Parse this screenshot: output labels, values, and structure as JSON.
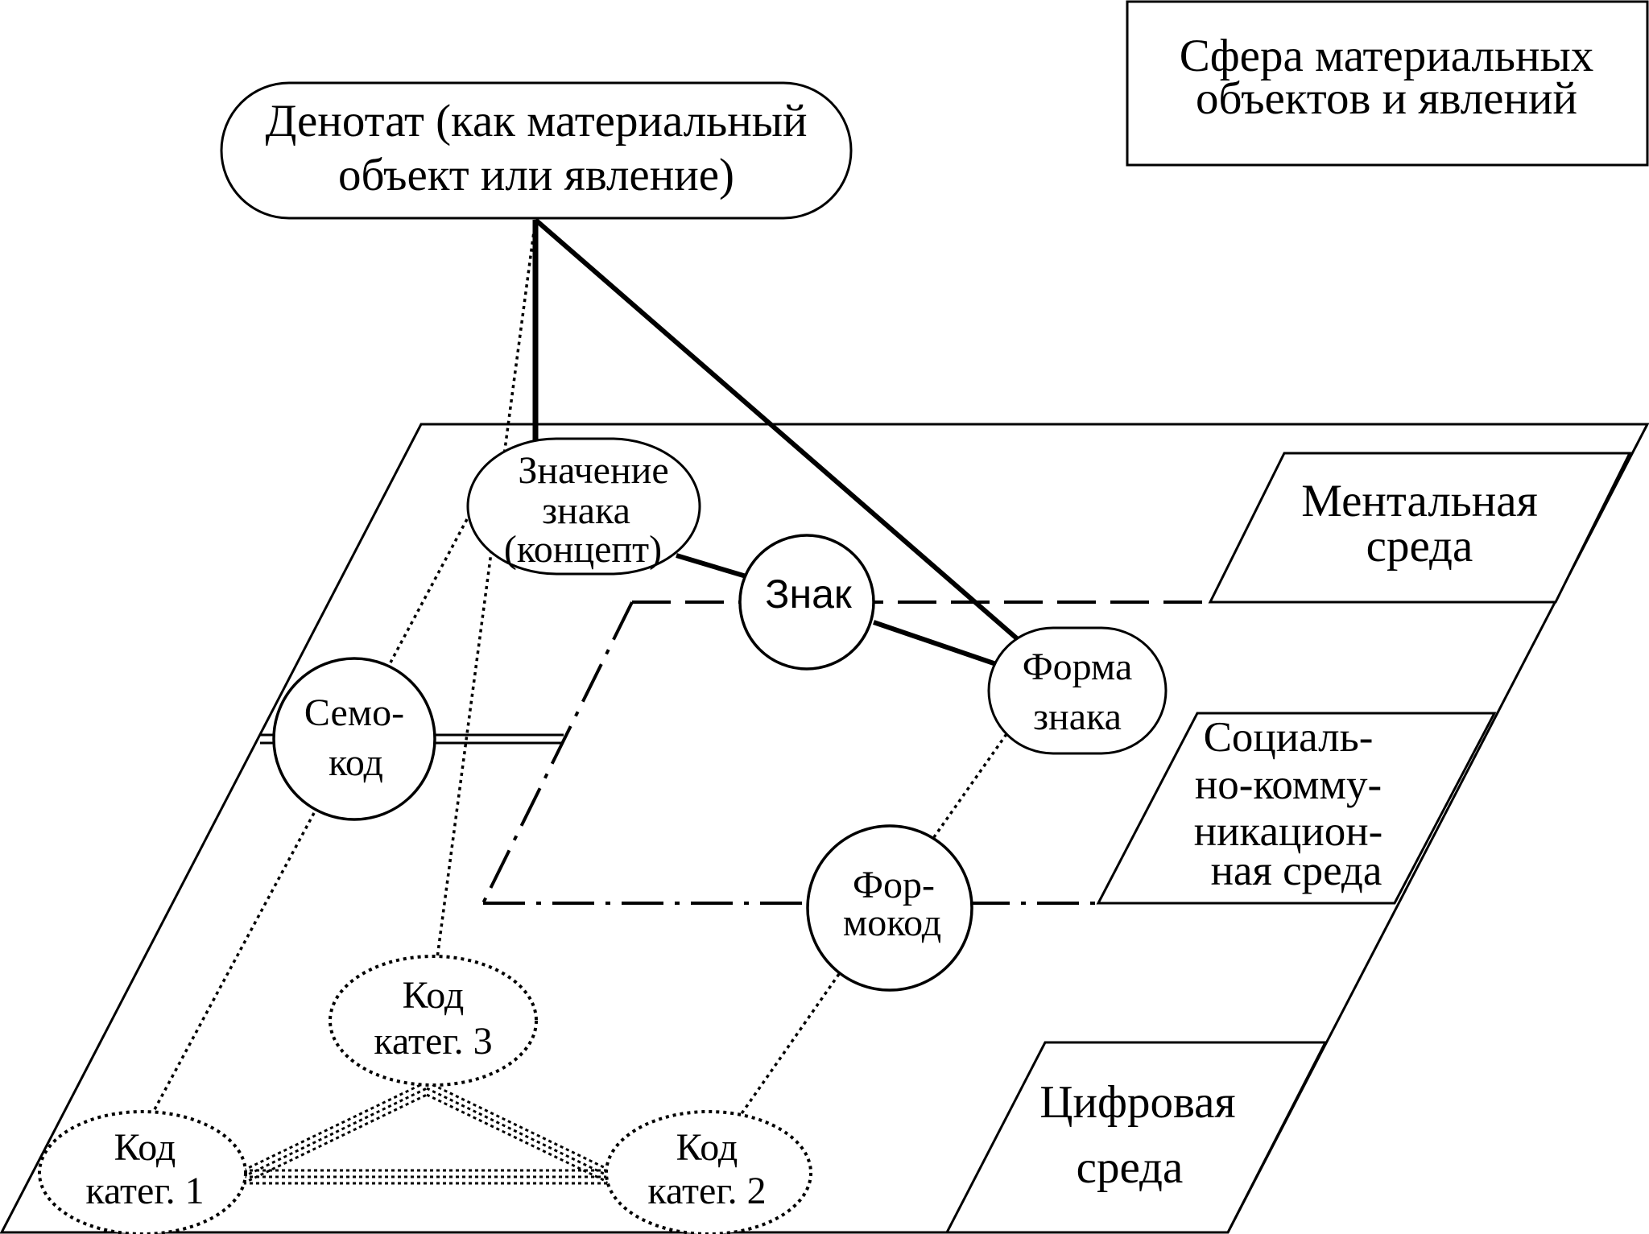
{
  "sphere_box": [
    "Сфера материальных",
    "объектов и явлений"
  ],
  "denotat": [
    "Денотат (как материальный",
    "объект или явление)"
  ],
  "meaning": [
    "Значение",
    "знака",
    "(концепт)"
  ],
  "sign": "Знак",
  "form": [
    "Форма",
    "знака"
  ],
  "semocode": [
    "Семо-",
    "код"
  ],
  "formocode": [
    "Фор-",
    "мокод"
  ],
  "code_cat1": [
    "Код",
    "катег. 1"
  ],
  "code_cat2": [
    "Код",
    "катег. 2"
  ],
  "code_cat3": [
    "Код",
    "катег. 3"
  ],
  "mental_env": [
    "Ментальная",
    "среда"
  ],
  "social_env": [
    "Социаль-",
    "но-комму-",
    "никацион-",
    "ная среда"
  ],
  "digital_env": [
    "Цифровая",
    "среда"
  ]
}
